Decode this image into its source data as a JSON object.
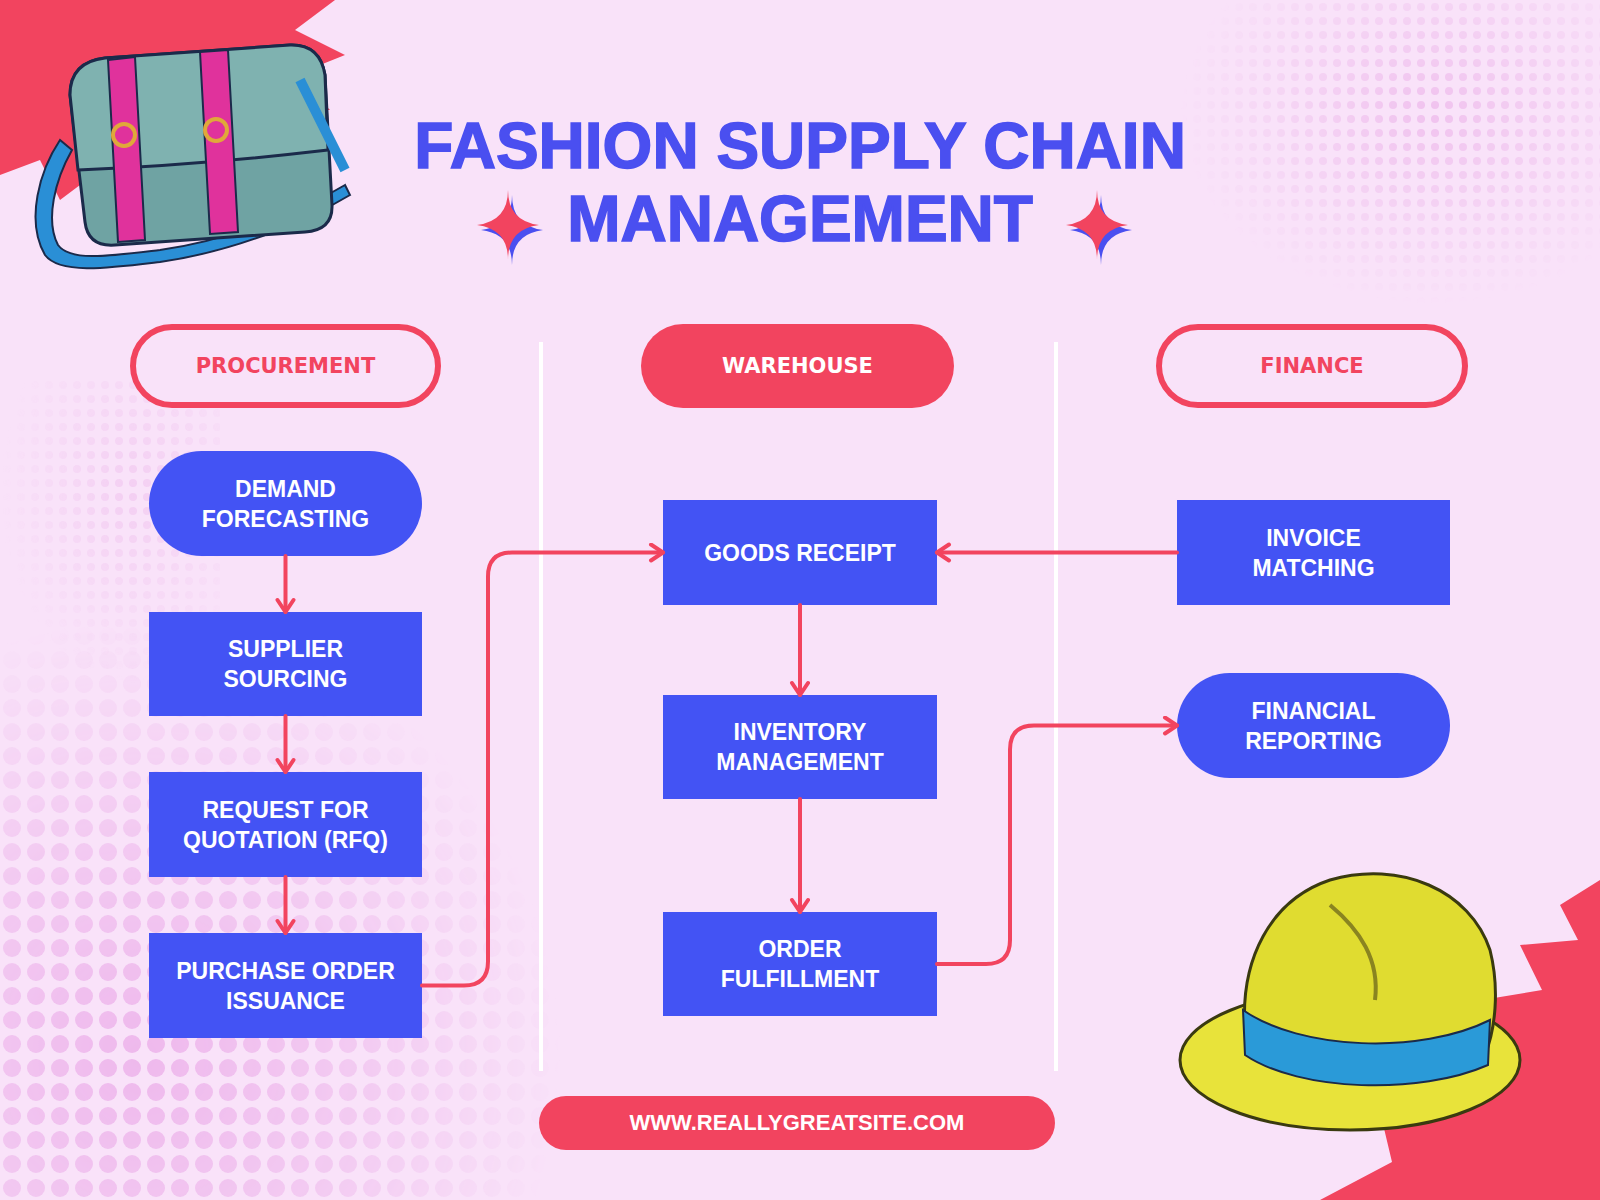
{
  "diagram": {
    "title": "FASHION SUPPLY CHAIN MANAGEMENT",
    "nodes": [
      {
        "text": [
          "PROCUREMENT"
        ]
      },
      {
        "text": [
          "WAREHOUSE"
        ]
      },
      {
        "text": [
          "FINANCE"
        ]
      },
      {
        "text": [
          "DEMAND FORECASTING"
        ]
      },
      {
        "text": [
          "SUPPLIER SOURCING"
        ]
      },
      {
        "text": [
          "REQUEST FOR QUOTATION (RFQ)"
        ]
      },
      {
        "text": [
          "PURCHASE ORDER ISSUANCE"
        ]
      },
      {
        "text": [
          "GOODS RECEIPT"
        ]
      },
      {
        "text": [
          "INVENTORY MANAGEMENT"
        ]
      },
      {
        "text": [
          "ORDER FULFILLMENT"
        ]
      },
      {
        "text": [
          "INVOICE MATCHING"
        ]
      },
      {
        "text": [
          "FINANCIAL REPORTING"
        ]
      },
      {
        "text": [
          "WWW.REALLYGREATSITE.COM"
        ]
      }
    ],
    "edges": [
      {
        "from": 3,
        "to": 4,
        "arrow": "to"
      },
      {
        "from": 4,
        "to": 5,
        "arrow": "to"
      },
      {
        "from": 5,
        "to": 6,
        "arrow": "to"
      },
      {
        "from": 6,
        "to": 7,
        "arrow": "to"
      },
      {
        "from": 10,
        "to": 7,
        "arrow": "to"
      },
      {
        "from": 7,
        "to": 8,
        "arrow": "to"
      },
      {
        "from": 8,
        "to": 9,
        "arrow": "to"
      },
      {
        "from": 9,
        "to": 11,
        "arrow": "to"
      }
    ]
  }
}
